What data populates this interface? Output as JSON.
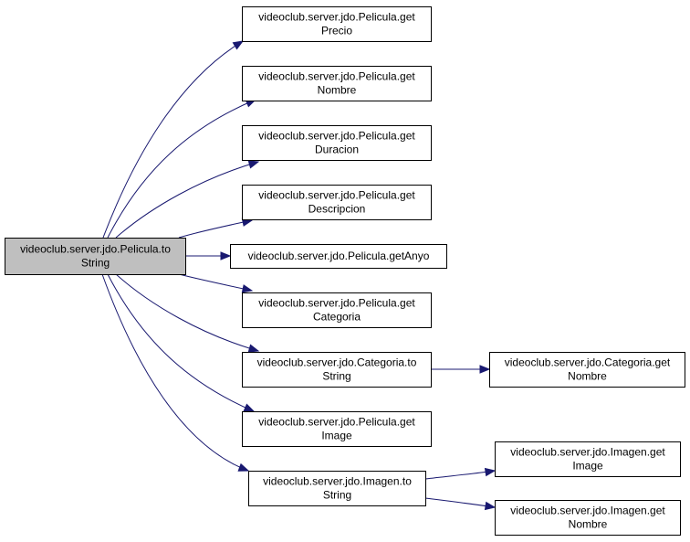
{
  "colors": {
    "edge": "#191970",
    "root_fill": "#bfbfbf",
    "node_fill": "#ffffff",
    "border": "#000000"
  },
  "nodes": [
    {
      "id": "pelicula_tostring",
      "lines": [
        "videoclub.server.jdo.Pelicula.to",
        "String"
      ],
      "root": true
    },
    {
      "id": "pelicula_getprecio",
      "lines": [
        "videoclub.server.jdo.Pelicula.get",
        "Precio"
      ]
    },
    {
      "id": "pelicula_getnombre",
      "lines": [
        "videoclub.server.jdo.Pelicula.get",
        "Nombre"
      ]
    },
    {
      "id": "pelicula_getduracion",
      "lines": [
        "videoclub.server.jdo.Pelicula.get",
        "Duracion"
      ]
    },
    {
      "id": "pelicula_getdescripcion",
      "lines": [
        "videoclub.server.jdo.Pelicula.get",
        "Descripcion"
      ]
    },
    {
      "id": "pelicula_getanyo",
      "lines": [
        "videoclub.server.jdo.Pelicula.getAnyo"
      ]
    },
    {
      "id": "pelicula_getcategoria",
      "lines": [
        "videoclub.server.jdo.Pelicula.get",
        "Categoria"
      ]
    },
    {
      "id": "categoria_tostring",
      "lines": [
        "videoclub.server.jdo.Categoria.to",
        "String"
      ]
    },
    {
      "id": "pelicula_getimage",
      "lines": [
        "videoclub.server.jdo.Pelicula.get",
        "Image"
      ]
    },
    {
      "id": "imagen_tostring",
      "lines": [
        "videoclub.server.jdo.Imagen.to",
        "String"
      ]
    },
    {
      "id": "categoria_getnombre",
      "lines": [
        "videoclub.server.jdo.Categoria.get",
        "Nombre"
      ]
    },
    {
      "id": "imagen_getimage",
      "lines": [
        "videoclub.server.jdo.Imagen.get",
        "Image"
      ]
    },
    {
      "id": "imagen_getnombre",
      "lines": [
        "videoclub.server.jdo.Imagen.get",
        "Nombre"
      ]
    }
  ],
  "edges": [
    {
      "from": "pelicula_tostring",
      "to": "pelicula_getprecio"
    },
    {
      "from": "pelicula_tostring",
      "to": "pelicula_getnombre"
    },
    {
      "from": "pelicula_tostring",
      "to": "pelicula_getduracion"
    },
    {
      "from": "pelicula_tostring",
      "to": "pelicula_getdescripcion"
    },
    {
      "from": "pelicula_tostring",
      "to": "pelicula_getanyo"
    },
    {
      "from": "pelicula_tostring",
      "to": "pelicula_getcategoria"
    },
    {
      "from": "pelicula_tostring",
      "to": "categoria_tostring"
    },
    {
      "from": "pelicula_tostring",
      "to": "pelicula_getimage"
    },
    {
      "from": "pelicula_tostring",
      "to": "imagen_tostring"
    },
    {
      "from": "categoria_tostring",
      "to": "categoria_getnombre"
    },
    {
      "from": "imagen_tostring",
      "to": "imagen_getimage"
    },
    {
      "from": "imagen_tostring",
      "to": "imagen_getnombre"
    }
  ]
}
